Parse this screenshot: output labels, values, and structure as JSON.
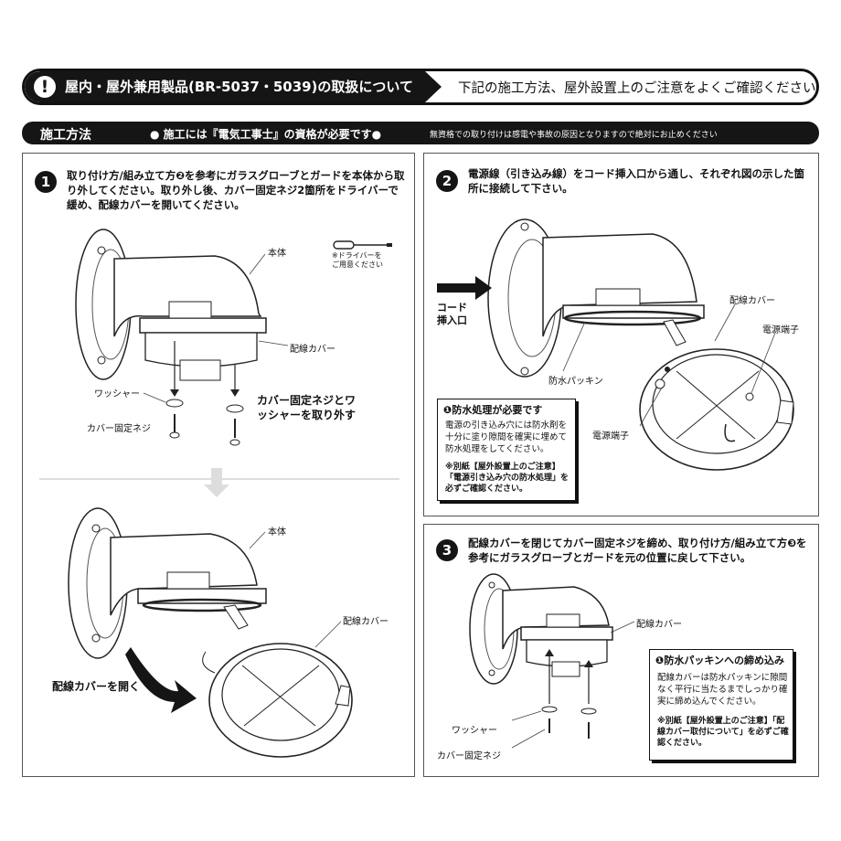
{
  "header": {
    "title": "屋内・屋外兼用製品(BR-5037・5039)の取扱について",
    "note": "下記の施工方法、屋外設置上のご注意をよくご確認ください。"
  },
  "section": {
    "title": "施工方法",
    "requirement": "● 施工には『電気工事士』の資格が必要です●",
    "warning": "無資格での取り付けは感電や事故の原因となりますので絶対にお止めください"
  },
  "step1": {
    "number": "1",
    "text": "取り付け方/組み立て方❷を参考にガラスグローブとガードを本体から取り外してください。取り外し後、カバー固定ネジ2箇所をドライバーで緩め、配線カバーを開いてください。",
    "screwdriver_note": "※ドライバーをご用意ください",
    "labels": {
      "body_top": "本体",
      "cover_top": "配線カバー",
      "washer": "ワッシャー",
      "screw": "カバー固定ネジ",
      "remove": "カバー固定ネジとワッシャーを取り外す",
      "body_bottom": "本体",
      "cover_bottom": "配線カバー",
      "open": "配線カバーを開く"
    }
  },
  "step2": {
    "number": "2",
    "text": "電源線（引き込み線）をコード挿入口から通し、それぞれ図の示した箇所に接続して下さい。",
    "labels": {
      "cord_inlet": "コード挿入口",
      "cover": "配線カバー",
      "terminal_right": "電源端子",
      "packing": "防水パッキン",
      "terminal_left": "電源端子"
    },
    "note": {
      "title": "❶防水処理が必要です",
      "body": "電源の引き込み穴には防水剤を十分に塗り隙間を確実に埋めて防水処理をしてください。",
      "ref": "※別紙【屋外設置上のご注意】「電源引き込み穴の防水処理」を必ずご確認ください。"
    }
  },
  "step3": {
    "number": "3",
    "text": "配線カバーを閉じてカバー固定ネジを締め、取り付け方/組み立て方❸を参考にガラスグローブとガードを元の位置に戻して下さい。",
    "labels": {
      "cover": "配線カバー",
      "washer": "ワッシャー",
      "screw": "カバー固定ネジ"
    },
    "note": {
      "title": "❶防水パッキンへの締め込み",
      "body": "配線カバーは防水パッキンに隙間なく平行に当たるまでしっかり確実に締め込んでください。",
      "ref": "※別紙【屋外設置上のご注意】「配線カバー取付について」を必ずご確認ください。"
    }
  }
}
